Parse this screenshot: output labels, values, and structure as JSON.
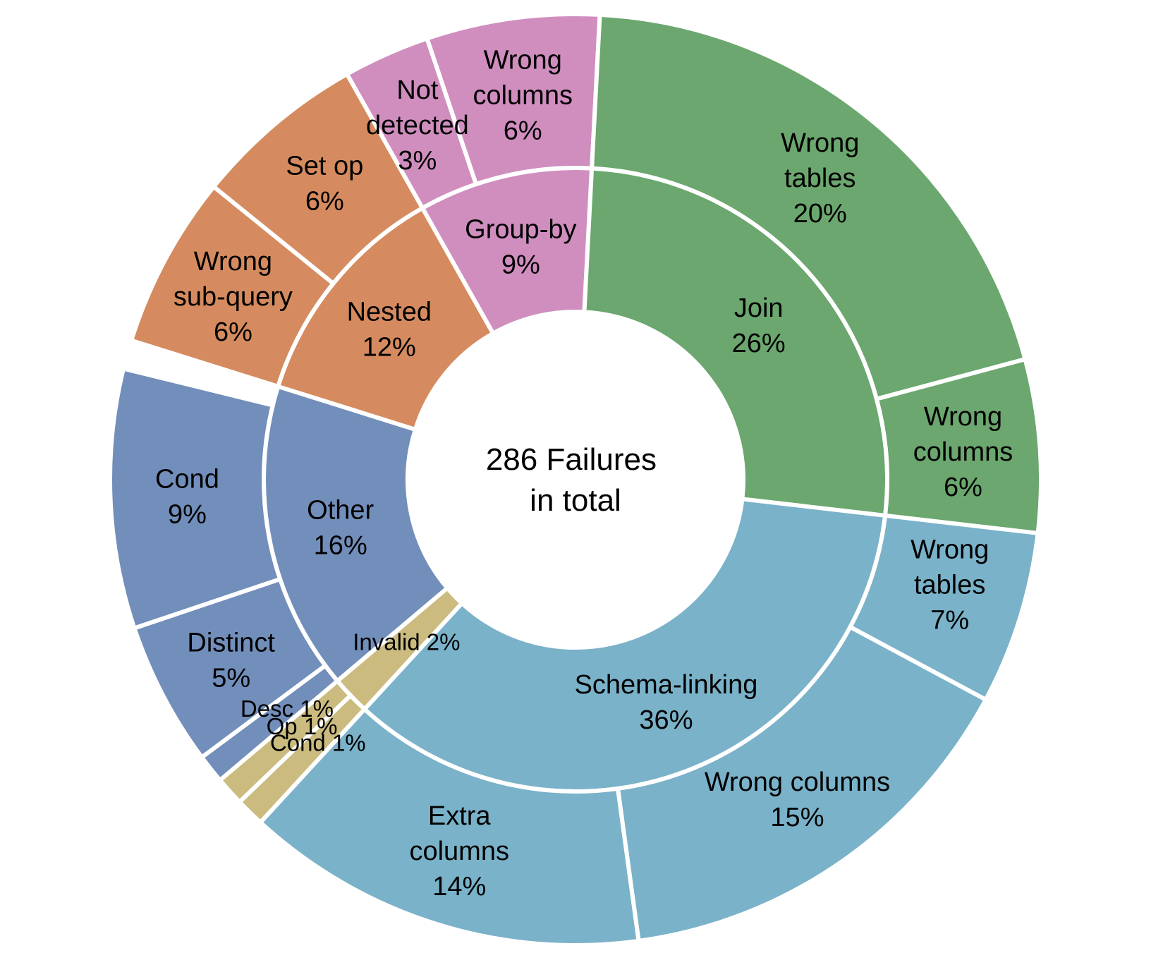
{
  "chart_data": {
    "type": "sunburst",
    "center_label": [
      "286 Failures",
      "in total"
    ],
    "total": 286,
    "categories": [
      {
        "name": "Schema-linking",
        "percent": 36,
        "color": "#7ab2c9",
        "label_lines": [
          "Schema-linking",
          "36%"
        ],
        "children": [
          {
            "name": "Wrong tables",
            "percent": 7,
            "label_lines": [
              "Wrong",
              "tables",
              "7%"
            ]
          },
          {
            "name": "Wrong columns",
            "percent": 15,
            "label_lines": [
              "Wrong columns",
              "15%"
            ]
          },
          {
            "name": "Extra columns",
            "percent": 14,
            "label_lines": [
              "Extra",
              "columns",
              "14%"
            ]
          }
        ]
      },
      {
        "name": "Invalid",
        "percent": 2,
        "color": "#cbbb7f",
        "label_lines": [
          "Invalid 2%"
        ],
        "children": [
          {
            "name": "Cond",
            "percent": 1,
            "label_lines": [
              "Cond 1%"
            ]
          },
          {
            "name": "Op",
            "percent": 1,
            "label_lines": [
              "Op 1%"
            ]
          }
        ]
      },
      {
        "name": "Other",
        "percent": 16,
        "color": "#728eba",
        "label_lines": [
          "Other",
          "16%"
        ],
        "children": [
          {
            "name": "Desc",
            "percent": 1,
            "label_lines": [
              "Desc 1%"
            ]
          },
          {
            "name": "Distinct",
            "percent": 5,
            "label_lines": [
              "Distinct",
              "5%"
            ]
          },
          {
            "name": "Cond",
            "percent": 9,
            "label_lines": [
              "Cond",
              "9%"
            ]
          }
        ]
      },
      {
        "name": "Nested",
        "percent": 12,
        "color": "#d58b5f",
        "label_lines": [
          "Nested",
          "12%"
        ],
        "children": [
          {
            "name": "Wrong sub-query",
            "percent": 6,
            "label_lines": [
              "Wrong",
              "sub-query",
              "6%"
            ]
          },
          {
            "name": "Set op",
            "percent": 6,
            "label_lines": [
              "Set op",
              "6%"
            ]
          }
        ]
      },
      {
        "name": "Group-by",
        "percent": 9,
        "color": "#d08ebf",
        "label_lines": [
          "Group-by",
          "9%"
        ],
        "children": [
          {
            "name": "Not detected",
            "percent": 3,
            "label_lines": [
              "Not",
              "detected",
              "3%"
            ]
          },
          {
            "name": "Wrong columns",
            "percent": 6,
            "label_lines": [
              "Wrong",
              "columns",
              "6%"
            ]
          }
        ]
      },
      {
        "name": "Join",
        "percent": 26,
        "color": "#6ba76e",
        "label_lines": [
          "Join",
          "26%"
        ],
        "children": [
          {
            "name": "Wrong tables",
            "percent": 20,
            "label_lines": [
              "Wrong",
              "tables",
              "20%"
            ]
          },
          {
            "name": "Wrong columns",
            "percent": 6,
            "label_lines": [
              "Wrong",
              "columns",
              "6%"
            ]
          }
        ]
      }
    ]
  }
}
